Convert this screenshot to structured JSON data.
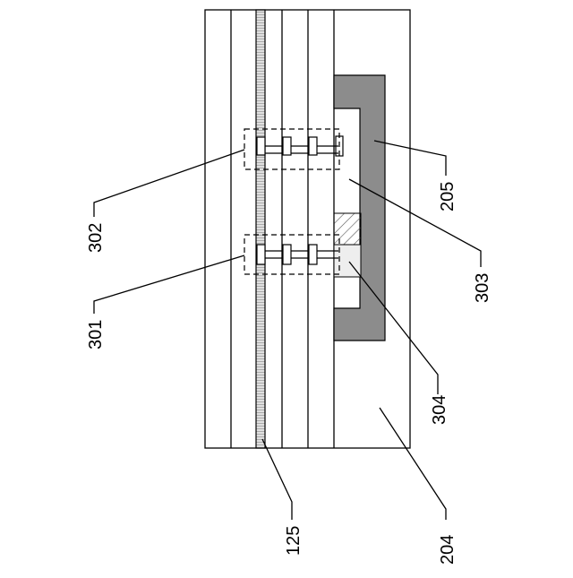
{
  "labels": {
    "l125": "125",
    "l204": "204",
    "l205": "205",
    "l301": "301",
    "l302": "302",
    "l303": "303",
    "l304": "304"
  },
  "colors": {
    "line": "#000000",
    "background": "#ffffff",
    "frame_fill": "#8c8c8c",
    "hatch": "#555555",
    "light_fill": "#eeeeee",
    "stripe_fill": "#d0d0d0"
  }
}
